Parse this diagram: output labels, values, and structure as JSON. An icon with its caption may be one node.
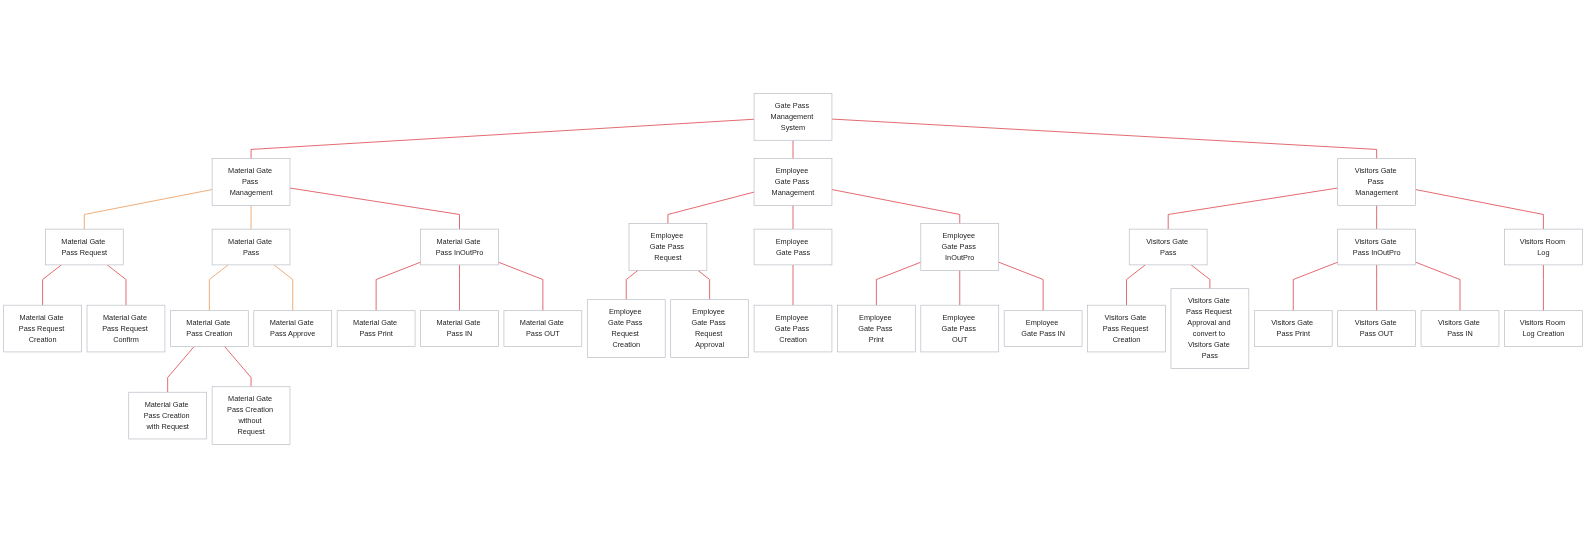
{
  "diagram": {
    "nodes": [
      {
        "text": [
          "Gate Pass Management System"
        ]
      },
      {
        "text": [
          "Material Gate Pass Management"
        ]
      },
      {
        "text": [
          "Employee Gate Pass Management"
        ]
      },
      {
        "text": [
          "Visitors Gate Pass Management"
        ]
      },
      {
        "text": [
          "Material Gate Pass Request"
        ]
      },
      {
        "text": [
          "Material Gate Pass"
        ]
      },
      {
        "text": [
          "Material Gate Pass InOutPro"
        ]
      },
      {
        "text": [
          "Material Gate Pass Request Creation"
        ]
      },
      {
        "text": [
          "Material Gate Pass Request Confirm"
        ]
      },
      {
        "text": [
          "Material Gate Pass Creation"
        ]
      },
      {
        "text": [
          "Material Gate Pass Approve"
        ]
      },
      {
        "text": [
          "Material Gate Pass Creation with Request"
        ]
      },
      {
        "text": [
          "Material Gate Pass Creation without Request"
        ]
      },
      {
        "text": [
          "Material Gate Pass Print"
        ]
      },
      {
        "text": [
          "Material Gate Pass IN"
        ]
      },
      {
        "text": [
          "Material Gate Pass OUT"
        ]
      },
      {
        "text": [
          "Employee Gate Pass Request"
        ]
      },
      {
        "text": [
          "Employee Gate Pass"
        ]
      },
      {
        "text": [
          "Employee Gate Pass InOutPro"
        ]
      },
      {
        "text": [
          "Employee Gate Pass Request Creation"
        ]
      },
      {
        "text": [
          "Employee Gate Pass Request Approval"
        ]
      },
      {
        "text": [
          "Employee Gate Pass Creation"
        ]
      },
      {
        "text": [
          "Employee Gate Pass Print"
        ]
      },
      {
        "text": [
          "Employee Gate Pass OUT"
        ]
      },
      {
        "text": [
          "Employee Gate Pass IN"
        ]
      },
      {
        "text": [
          "Visitors Gate Pass"
        ]
      },
      {
        "text": [
          "Visitors Gate Pass InOutPro"
        ]
      },
      {
        "text": [
          "Visitors Room Log"
        ]
      },
      {
        "text": [
          "Visitors Gate Pass Request Creation"
        ]
      },
      {
        "text": [
          "Visitors Gate Pass Request Approval and convert to Visitors Gate Pass"
        ]
      },
      {
        "text": [
          "Visitors Gate Pass Print"
        ]
      },
      {
        "text": [
          "Visitors Gate Pass OUT"
        ]
      },
      {
        "text": [
          "Visitors Gate Pass IN"
        ]
      },
      {
        "text": [
          "Visitors Room Log Creation"
        ]
      }
    ],
    "edges": [
      {
        "from": 0,
        "to": 1,
        "arrow": "none"
      },
      {
        "from": 0,
        "to": 2,
        "arrow": "none"
      },
      {
        "from": 0,
        "to": 3,
        "arrow": "none"
      },
      {
        "from": 1,
        "to": 4,
        "arrow": "none",
        "color": "#e8904a"
      },
      {
        "from": 1,
        "to": 5,
        "arrow": "none",
        "color": "#e8904a"
      },
      {
        "from": 1,
        "to": 6,
        "arrow": "none"
      },
      {
        "from": 4,
        "to": 7,
        "arrow": "none"
      },
      {
        "from": 4,
        "to": 8,
        "arrow": "none"
      },
      {
        "from": 5,
        "to": 9,
        "arrow": "none",
        "color": "#e8904a"
      },
      {
        "from": 5,
        "to": 10,
        "arrow": "none",
        "color": "#e8904a"
      },
      {
        "from": 9,
        "to": 11,
        "arrow": "none"
      },
      {
        "from": 9,
        "to": 12,
        "arrow": "none"
      },
      {
        "from": 6,
        "to": 13,
        "arrow": "none"
      },
      {
        "from": 6,
        "to": 14,
        "arrow": "none"
      },
      {
        "from": 6,
        "to": 15,
        "arrow": "none"
      },
      {
        "from": 2,
        "to": 16,
        "arrow": "none"
      },
      {
        "from": 2,
        "to": 17,
        "arrow": "none"
      },
      {
        "from": 2,
        "to": 18,
        "arrow": "none"
      },
      {
        "from": 16,
        "to": 19,
        "arrow": "none"
      },
      {
        "from": 16,
        "to": 20,
        "arrow": "none"
      },
      {
        "from": 17,
        "to": 21,
        "arrow": "none"
      },
      {
        "from": 18,
        "to": 22,
        "arrow": "none"
      },
      {
        "from": 18,
        "to": 23,
        "arrow": "none"
      },
      {
        "from": 18,
        "to": 24,
        "arrow": "none"
      },
      {
        "from": 3,
        "to": 25,
        "arrow": "none"
      },
      {
        "from": 3,
        "to": 26,
        "arrow": "none"
      },
      {
        "from": 3,
        "to": 27,
        "arrow": "none"
      },
      {
        "from": 25,
        "to": 28,
        "arrow": "none"
      },
      {
        "from": 25,
        "to": 29,
        "arrow": "none"
      },
      {
        "from": 26,
        "to": 30,
        "arrow": "none"
      },
      {
        "from": 26,
        "to": 31,
        "arrow": "none"
      },
      {
        "from": 26,
        "to": 32,
        "arrow": "none"
      },
      {
        "from": 27,
        "to": 33,
        "arrow": "none"
      }
    ]
  }
}
